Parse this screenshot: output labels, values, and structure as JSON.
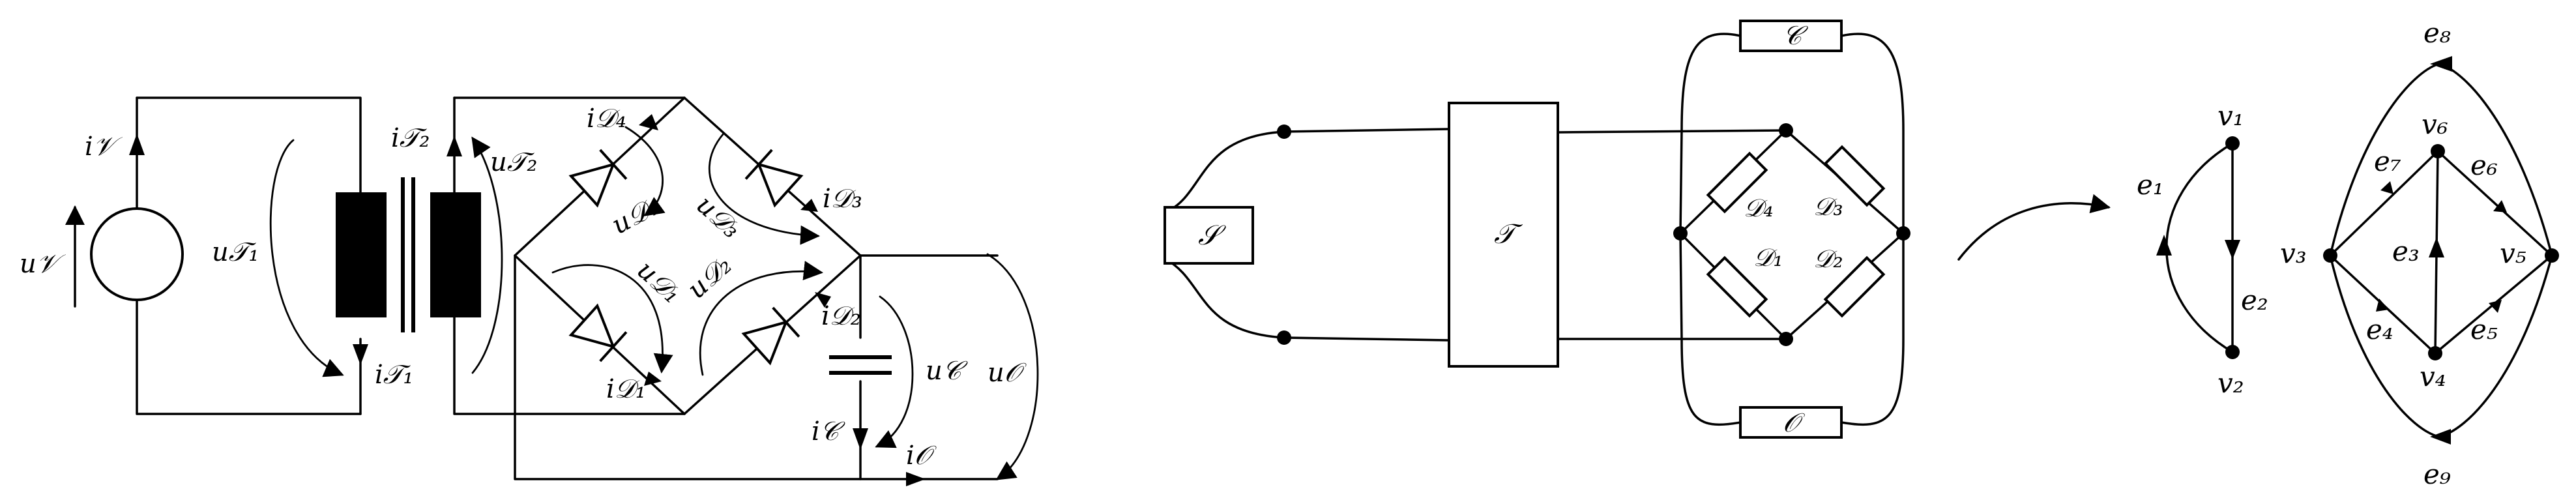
{
  "circuit": {
    "labels": {
      "i_V": "i𝒱",
      "u_V": "u𝒱",
      "u_T1": "u𝒯₁",
      "i_T1": "i𝒯₁",
      "i_T2": "i𝒯₂",
      "u_T2": "u𝒯₂",
      "i_D4": "i𝒟₄",
      "u_D4": "u𝒟₄",
      "u_D3": "u𝒟₃",
      "i_D3": "i𝒟₃",
      "u_D1": "u𝒟₁",
      "u_D2": "u𝒟₂",
      "i_D2": "i𝒟₂",
      "i_D1": "i𝒟₁",
      "u_C": "u𝒞",
      "i_C": "i𝒞",
      "u_O": "u𝒪",
      "i_O": "i𝒪"
    }
  },
  "block": {
    "labels": {
      "S": "𝒮",
      "T": "𝒯",
      "C": "𝒞",
      "O": "𝒪",
      "D4": "𝒟₄",
      "D3": "𝒟₃",
      "D1": "𝒟₁",
      "D2": "𝒟₂"
    }
  },
  "graph": {
    "nodes": {
      "v1": "v₁",
      "v2": "v₂",
      "v3": "v₃",
      "v4": "v₄",
      "v5": "v₅",
      "v6": "v₆"
    },
    "edges": {
      "e1": "e₁",
      "e2": "e₂",
      "e3": "e₃",
      "e4": "e₄",
      "e5": "e₅",
      "e6": "e₆",
      "e7": "e₇",
      "e8": "e₈",
      "e9": "e₉"
    }
  }
}
